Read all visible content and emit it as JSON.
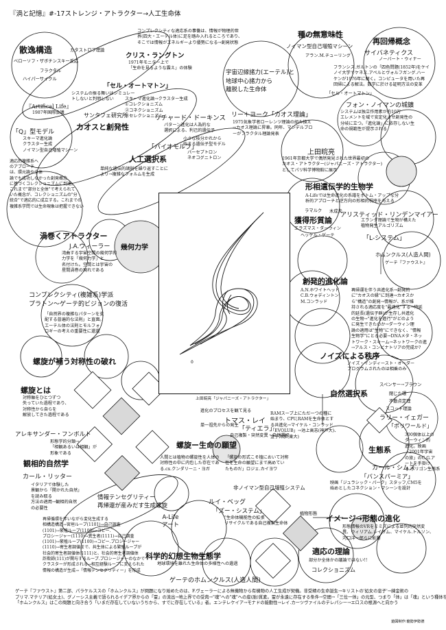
{
  "header": {
    "title": "『渦と記憶』#-17ストレンジ・アトラクター→人工生命体",
    "intro": "コンプレクシティな適応系の事働は、情報が物理的世\n界(四大・エーテル体)に足を踏み入れるところであり、\nそこでは情報がエネルギーより優勢になる→創発状態"
  },
  "center_caption": "上田睆亮「ジャパニーズ・アトラクター」",
  "center_mark": "0",
  "credit": "遊図制作:龍勢伊勢德",
  "sections": [
    {
      "id": "sanitsu",
      "title": "散逸構造",
      "items": [
        "カタストロフ理論",
        "ベローソフ・ザボチンスキー反応",
        "フラクタル",
        "ハイパーサイクル"
      ]
    },
    {
      "id": "langton",
      "title": "クリス・ラングトン",
      "text": "1971年モニター上で\n「生命を見るような震え」の体験"
    },
    {
      "id": "automaton",
      "title": "「セル・オートマトン」",
      "text": "システムの振る舞いはシミュレー\nトしないと判明しない",
      "note": "スキーマ進化論→クラスター生成\n①コレクショニズム\n②コネクショニズム\n③セレクショニズム"
    },
    {
      "id": "alife",
      "title": "『Artifical Life』",
      "sub": "1987年国際会議"
    },
    {
      "id": "santafe",
      "title": "サンタフェ研究所",
      "sub": "カオスと創発性"
    },
    {
      "id": "qmodel",
      "title": "「Q」型モデル",
      "text": "スキーマ進化論\nクラスター生成\nノイマン型自己増殖マシーン"
    },
    {
      "id": "adapt",
      "text": "適応的複雑系へ\nのアプローチ\nは、環元論や全体\n論でも成功しなかった創発概念\nに基づくコレクショニズムに到達。\nこれまで\"部分と全体\"で考えられて\nいた概念が、コレクショニズムの\"分\n統合\"で適応的に成立する。これまでの\n複雑系学問では生命現象は把握できない"
    },
    {
      "id": "dawkins",
      "title": "リチャード・ドーキンス",
      "text": "パターン進化は人為的な\n選択による、利己的遺伝子",
      "text2": "小さな枝分かれから\n始まる遺伝子型モデル"
    },
    {
      "id": "biomorph",
      "title": "「バイオモルフ」",
      "sub": "パーセプトロン\nネオコグニトロン"
    },
    {
      "id": "jinko",
      "title": "人工選択系",
      "text": "単純な遺伝的諸則を繰り返すことに\nより→複雑なフォルムを生成"
    },
    {
      "id": "munou",
      "title": "種の無意味性",
      "sub": "ノイマン型自己増殖マシーン",
      "name": "アラン.M.チューリング"
    },
    {
      "id": "saiki",
      "title": "再回帰概念",
      "sub": "サイバネティクス",
      "name": "ノーバート・ウィナー"
    },
    {
      "id": "uchu",
      "title": "宇宙辺縁諸力(エーテル)と\n地球中心諸力から\n離脱した生命体"
    },
    {
      "id": "galton",
      "text": "フランシス.ガルトンの「四色問題(1852年)をケイ\nノイ大学でケネス.アペルとヴォルフガング.ハー\nケンが1976年に解く。コンピュータを用いた再\n回帰による解法。数学に於ける証明方法の変革"
    },
    {
      "id": "neumann",
      "title": "フォン・ノイマンの城鑛",
      "label": "「セル・オートマトン」",
      "text": "システムは独立作用素が約10万\nエレメントを域で安定化させ創発性の\n分岐に立つ。「進化論」に依存しない生\n命の規範性が提示される"
    },
    {
      "id": "lee_yorke",
      "title": "リー＋ヨーク「カオス理論」",
      "text": "1975気象学者ローレンツ理論の組み換え\n→カオス理論に昇華。同年、マンデルブロ\nーがフラクタル理論発表"
    },
    {
      "id": "ueda",
      "title": "上田睆亮",
      "text": "1961年京都大学で偶然発見された世界最初の\nカオス・アトラクター(ジャパニーズ・アトラクター)\nとしてパリ科学博物館に展示"
    },
    {
      "id": "soukei",
      "title": "形相遺伝学的生物学",
      "text": "A-Lifeでは生命進化の系譜をボトム・アップな分\n析的アプローチと逆方向の形相的視座を与える"
    },
    {
      "id": "kakutoku",
      "title": "獲得形質論",
      "items": [
        "ラマルク",
        "木成夫",
        "エラズマス・ダーウィン",
        "ヘッケル・ゲーテ"
      ]
    },
    {
      "id": "lindenmayer",
      "title": "アリスティッド・リンデンマイアー",
      "text": "エランダ理論で生物が構えた\n植物発生アルゴリズム",
      "label": "「L-システム」"
    },
    {
      "id": "homunculus1",
      "title": "ホムンクルス(人造人間)",
      "sub": "ゲーテ『ファウスト』"
    },
    {
      "id": "uzumaki",
      "title": "渦巻くアトラクター",
      "name": "J.A.ウィーラー",
      "text": "湾曲する宇宙空間の幾何学的\n力学を「幾何力学」と\n名付けた。空間とは宇宙の\n星間渦巻の現れである"
    },
    {
      "id": "kikarikigaku",
      "title": "幾何力学"
    },
    {
      "id": "complexity",
      "title": "コンプレクシティ(複雑系)学派\nプラトン～ゲーテ的ビジョンの復活",
      "text": "「自然界の複雑なパターンを支\n配する普遍的な法則」と直面。\nエーテル体の法則とモルフォ\nロギーの考えの重要性に還還"
    },
    {
      "id": "souhatsu",
      "title": "創発的進化論",
      "names": "A.N.ホワイトヘッド\nC.B.ウォディントン\nM.コンラッド",
      "text": "再帰運を伴う共進化系→創発的\nに\"カオスの縁\"に到達→カオスか\nら\"構造\"の創発→情報が、系が維\n持される適応度を\"最適化\"する→特延\n的延長(遺伝子群)が生存し共進化\nの生物→\"進化を進行\"がどのよう\nに発生できたのか→ダーウィン理\n論の適用は\"生物\"にできなく、\"情報\n生物学\"にとる必要→DNAメタ・ネッ\nトワーク・スキーム→ネットワークの進\n→アルス・コンビナトリアの完成か?"
    },
    {
      "id": "taishosei",
      "title": "螺旋が補う対称性の破れ"
    },
    {
      "id": "noise",
      "title": "ノイズによる秩序",
      "text": "ノイズ・インディースト・オーダー\nプログラムされたのは相乗のみ"
    },
    {
      "id": "rasen_toha",
      "title": "螺旋とは",
      "text": "対称軸をひとつずつ\n失っていた過程であり、\n対称性から自らを\n解放してきた過程である"
    },
    {
      "id": "shizen",
      "title": "自然選択系",
      "items": [
        "スペンサー→ブラウン",
        "閉じた環",
        "不動点定理",
        "スコット理論"
      ]
    },
    {
      "id": "tomray",
      "title": "トマス・レイ",
      "label": "「ティエラ」",
      "pre": "進化のプロセスを観て見る",
      "text": "単一祖先からの発生",
      "text2": "自己複製・突然変異・自然選択",
      "right": "RAMスープ上にただ一つの種に\n始まり、CPU,RAMを生命体とす\nる共進化→マイケル・コンラッド\n「EVOLUB」→池上高志(神戸大)、\n金子邦彦(東大)"
    },
    {
      "id": "larry",
      "title": "ラリー・イェガー",
      "label": "「ポリワールド」",
      "text": "300個体以上の\nダーウィン的\n進化。映画\n「2001年宇宙\nの旅」のC.G.ア\nートを手掛け\nる.ポリゴン生態系"
    },
    {
      "id": "humboldt",
      "title": "アレキサンダー・フンボルト",
      "text": "形態学的分類→\n「相観あるいは相観」が\n形象である"
    },
    {
      "id": "rasen_ganbo",
      "title": "螺旋ー生命の願望",
      "text": "人間とは植物の螺旋性を人体の\n対称性の中に内包した存在であ\nる.cx.クンダリーニ・ヨガ",
      "quote": "「螺旋の形式こそ植において対称\n性を生命の願望にまで高めてい\nたものだ」ロジェ.カイヨワ"
    },
    {
      "id": "seitaikei",
      "title": "生態系"
    },
    {
      "id": "kansoku",
      "title": "観相的自然学"
    },
    {
      "id": "ritter",
      "title": "カール・リッター",
      "text": "イタリアで体験した\n景観から「開かれた自然」\nを読み取る\n方法の適用→観相的自然\nの必要性"
    },
    {
      "id": "sims",
      "title": "カール・シムズ",
      "label": "「バンスパーミア」",
      "text": "映画「ジュラシック・パーク」スタッフ,CM5を\n始めとしたコネクション・マシーンを設計"
    },
    {
      "id": "sentence",
      "title": "情報テンセグリティー\n再帰還が産みだす生成螺旋"
    },
    {
      "id": "hineuman",
      "title": "非ノイマン型自己増殖システム"
    },
    {
      "id": "zu",
      "title": "ルイ・ベッグ",
      "label": "「ズー・システム」",
      "text": "\"生命体機能性の拡張\nリサイクルである自己複製生命体"
    },
    {
      "id": "alife_art",
      "title": "A-Life\nアート"
    },
    {
      "id": "image_keitai",
      "title": "イメージ→形態の進化",
      "text": "形態情報のVRをミミズによる並列的突然変\n異、ウィリアム.レイサム、マイケル.トルソン、\n河口洋一郎らに影響"
    },
    {
      "id": "kanki",
      "text": "再帰循環を伴いながら変化生成する\n相構造構造→宮垣ループ(1101)→自己調査\n(1101)→繁殖ループ(1100)→コピー.\nプロシージャー(1110)→異生者(1111)→自己調査\n(1101)→繁殖ループ(1100)→コピー.プロシージャー\n(1110)→寄生者調値まで、共生体による繁殖ループが\n社会的寄生者調値体(1111)と、社会的寄生者調値体\n詐欺師(111)が関与するループ.プロシージャーのなかで\nクラスターが形成される→相互経験ループに支えられた\n情報の構造が生成→「情報テンセグリティー」を形成"
    },
    {
      "id": "kagaku",
      "title": "科学的幻想生物生態学",
      "text": "地球環境を離れた生命体の多様性への遺過"
    },
    {
      "id": "tekio",
      "title": "適応の理論",
      "text": "部分か全体かの議論ではない!!",
      "sub": "コレクショニズム"
    },
    {
      "id": "homunculus2",
      "title": "ゲーテのホムンクルス(人造人間)"
    },
    {
      "id": "shokubutsu",
      "label": "植物形態"
    }
  ],
  "bottom_text": "ゲーテ『ファウスト』第二部、パラケルススの「ホムンクルス」が問題になり始めたのは、F.ヴェーラーによる無機物から有機物の人工生成が契機。非受精の生命誕生→キリストの'処女の息子'→練金術の\nプリマ.マテリア(処女土)、グノーシス主義で語られるイデア界からの「霊」の流出→地上界での受肉→\"魂\"への\"魂\"への座(胎)質素。霊が永遠に存在する条件→空間→「三位一体」の元型、つまり「体」は「魂」という種体を要する。\n「ホムンクルス」はこの問題と向き合う「いまだ存在していないうちから、すでに存在している」者。エンテレケイア→モナドの能動性→レイ.カーツヴァイルのテレパシー→エロスの根源へと向かう"
}
